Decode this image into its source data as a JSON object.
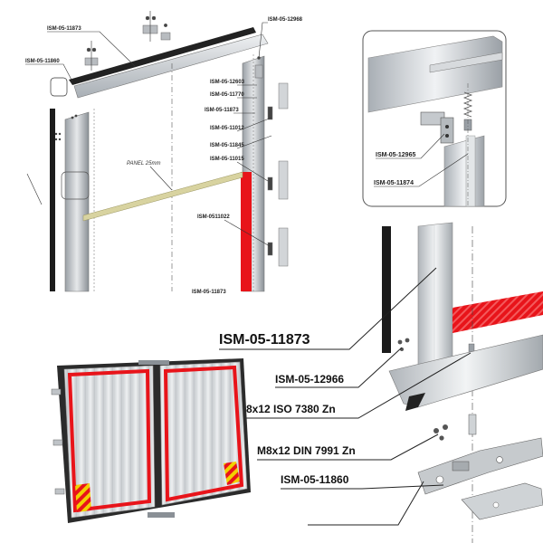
{
  "top_left": {
    "labels": {
      "ism_05_11873_top": "ISM-05-11873",
      "ism_05_12968": "ISM-05-12968",
      "ism_05_11860": "ISM-05-11860",
      "ism_05_12603": "ISM-05-12603",
      "ism_05_11770": "ISM-05-11770",
      "ism_05_11873_mid": "ISM-05-11873",
      "ism_05_11012": "ISM-05-11012",
      "ism_05_11845": "ISM-05-11845",
      "ism_05_11015": "ISM-05-11015",
      "ism_0511022": "ISM-0511022",
      "ism_cut": "ISM-05-11873",
      "panel": "PANEL 25mm"
    }
  },
  "top_right": {
    "labels": {
      "ism_05_12965": "ISM-05-12965",
      "ism_05_11874": "ISM-05-11874"
    }
  },
  "bottom_right": {
    "labels": {
      "ism_05_11873": "ISM-05-11873",
      "ism_05_12966": "ISM-05-12966",
      "m8x12_iso": "M8x12 ISO 7380 Zn",
      "m8x12_din": "M8x12 DIN 7991 Zn",
      "ism_05_11860": "ISM-05-11860"
    }
  },
  "colors": {
    "accent_red": "#e8141a",
    "frame_grey": "#c9ccd1",
    "hazard_yellow": "#f2d100"
  }
}
